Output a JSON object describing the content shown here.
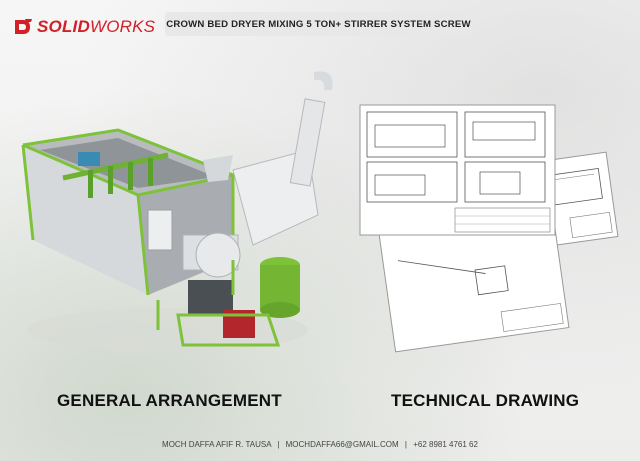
{
  "brand": {
    "logo_text_bold": "SOLID",
    "logo_text_light": "WORKS",
    "color": "#d31f26"
  },
  "header": {
    "title": "CROWN BED DRYER MIXING 5 TON+ STIRRER SYSTEM SCREW"
  },
  "sections": {
    "left_label": "GENERAL ARRANGEMENT",
    "right_label": "TECHNICAL DRAWING"
  },
  "footer": {
    "name": "MOCH DAFFA AFIF R. TAUSA",
    "email": "MOCHDAFFA66@GMAIL.COM",
    "phone": "+62 8981 4761 62",
    "separator": "|"
  },
  "colors": {
    "frame_green": "#7ec23a",
    "steel": "#c8cbce",
    "motor_red": "#b3262c"
  }
}
